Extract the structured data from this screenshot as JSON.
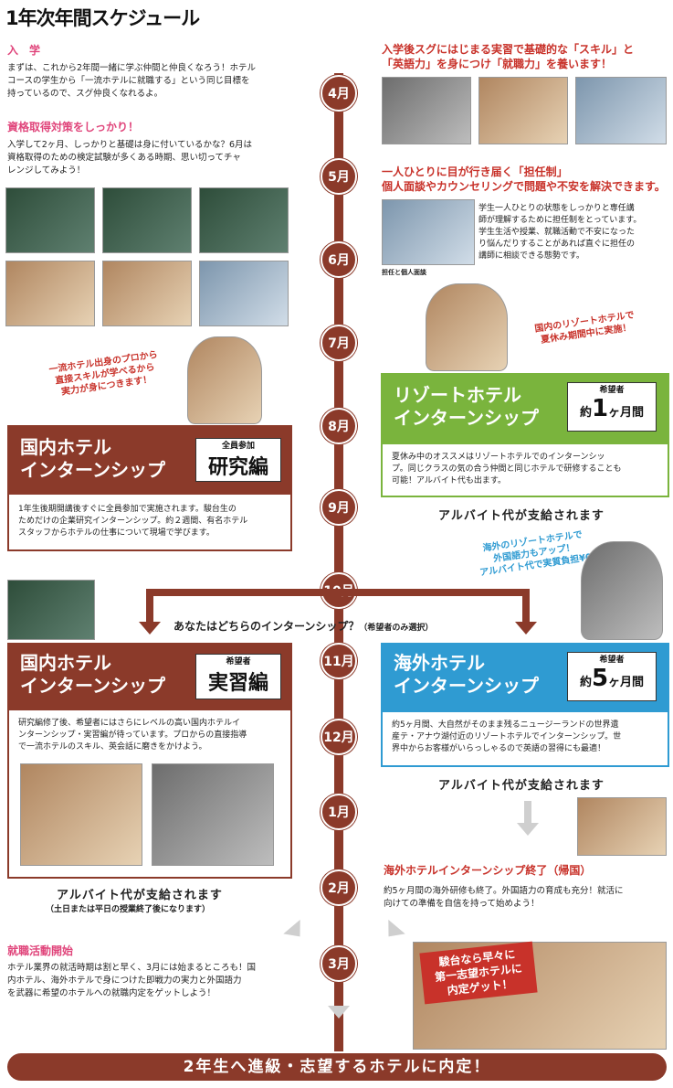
{
  "title": "1年次年間スケジュール",
  "months": [
    "4月",
    "5月",
    "6月",
    "7月",
    "8月",
    "9月",
    "10月",
    "11月",
    "12月",
    "1月",
    "2月",
    "3月"
  ],
  "left": {
    "entrance_head": "入　学",
    "entrance_text": [
      "まずは、これから2年間一緒に学ぶ仲間と仲良くなろう！ホテル",
      "コースの学生から「一流ホテルに就職する」という同じ目標を",
      "持っているので、スグ仲良くなれるよ。"
    ],
    "license_head": "資格取得対策をしっかり！",
    "license_text": [
      "入学して2ヶ月、しっかりと基礎は身に付いているかな？6月は",
      "資格取得のための検定試験が多くある時期、思い切ってチャ",
      "レンジしてみよう！"
    ],
    "speech": [
      "一流ホテル出身のプロから",
      "直接スキルが学べるから",
      "実力が身につきます！"
    ],
    "study_box": {
      "title": [
        "国内ホテル",
        "インターンシップ"
      ],
      "tag_small": "全員参加",
      "tag_big": "研究編",
      "text": [
        "1年生後期開講後すぐに全員参加で実施されます。駿台生の",
        "ためだけの企業研究インターンシップ。約２週間、有名ホテル",
        "スタッフからホテルの仕事について現場で学びます。"
      ]
    },
    "practice_box": {
      "title": [
        "国内ホテル",
        "インターンシップ"
      ],
      "tag_small": "希望者",
      "tag_big": "実習編",
      "text": [
        "研究編修了後、希望者にはさらにレベルの高い国内ホテルイ",
        "ンターンシップ・実習編が待っています。プロからの直接指導",
        "で一流ホテルのスキル、英会話に磨きをかけよう。"
      ]
    },
    "pay": "アルバイト代が支給されます",
    "pay_note": "（土日または平日の授業終了後になります）",
    "job_head": "就職活動開始",
    "job_text": [
      "ホテル業界の就活時期は割と早く、3月には始まるところも！国",
      "内ホテル、海外ホテルで身につけた即戦力の実力と外国語力",
      "を武器に希望のホテルへの就職内定をゲットしよう！"
    ]
  },
  "right": {
    "head1": [
      "入学後スグにはじまる実習で基礎的な「スキル」と",
      "「英語力」を身につけ「就職力」を養います！"
    ],
    "head2": [
      "一人ひとりに目が行き届く「担任制」",
      "個人面談やカウンセリングで問題や不安を解決できます。"
    ],
    "tannin_text": [
      "学生一人ひとりの状態をしっかりと専任講",
      "師が理解するために担任制をとっています。",
      "学生生活や授業、就職活動で不安になった",
      "り悩んだりすることがあれば直ぐに担任の",
      "講師に相談できる態勢です。"
    ],
    "tannin_caption": "担任と個人面談",
    "speech_resort": [
      "国内のリゾートホテルで",
      "夏休み期間中に実施！"
    ],
    "resort_box": {
      "title": [
        "リゾートホテル",
        "インターンシップ"
      ],
      "tag_small": "希望者",
      "tag_pre": "約",
      "tag_num": "1",
      "tag_post": "ヶ月間",
      "text": [
        "夏休み中のオススメはリゾートホテルでのインターンシッ",
        "プ。同じクラスの気の合う仲間と同じホテルで研修することも",
        "可能！アルバイト代も出ます。"
      ]
    },
    "pay_resort": "アルバイト代が支給されます",
    "speech_abroad": [
      "海外のリゾートホテルで",
      "外国語力もアップ！",
      "アルバイト代で実質負担¥0"
    ],
    "abroad_box": {
      "title": [
        "海外ホテル",
        "インターンシップ"
      ],
      "tag_small": "希望者",
      "tag_pre": "約",
      "tag_num": "5",
      "tag_post": "ヶ月間",
      "text": [
        "約5ヶ月間、大自然がそのまま残るニュージーランドの世界遺",
        "産テ・アナウ湖付近のリゾートホテルでインターンシップ。世",
        "界中からお客様がいらっしゃるので英語の習得にも最適！"
      ]
    },
    "pay_abroad": "アルバイト代が支給されます",
    "end_head": "海外ホテルインターンシップ終了（帰国）",
    "end_text": [
      "約5ヶ月間の海外研修も終了。外国語力の育成も充分！就活に",
      "向けての準備を自信を持って始めよう！"
    ],
    "naitei": [
      "駿台なら早々に",
      "第一志望ホテルに",
      "内定ゲット！"
    ]
  },
  "choice": "あなたはどちらのインターンシップ？",
  "choice_note": "（希望者のみ選択）",
  "bottom": "2年生へ進級・志望するホテルに内定！"
}
